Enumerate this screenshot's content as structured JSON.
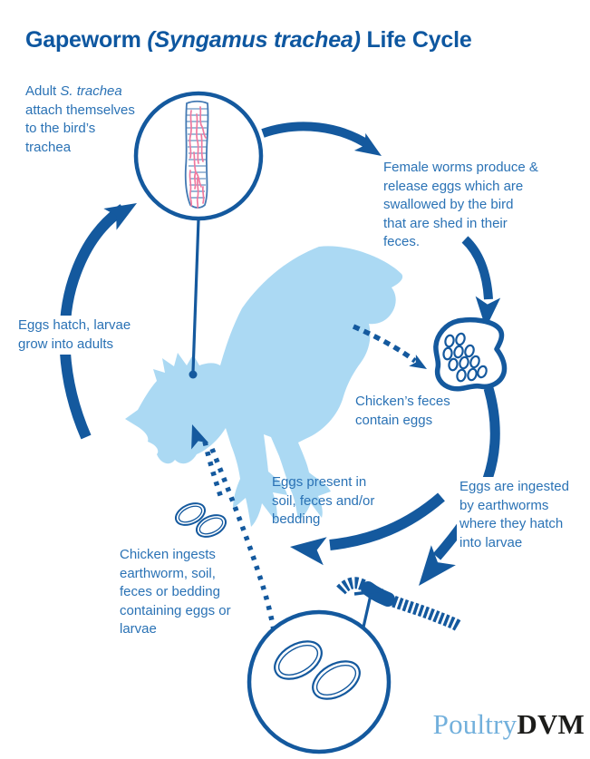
{
  "title": {
    "part1": "Gapeworm ",
    "part2": "(Syngamus trachea)",
    "part3": " Life Cycle"
  },
  "labels": {
    "adult_trachea": {
      "prefix": "Adult ",
      "italic": "S. trachea",
      "rest": " attach themselves to the bird’s trachea"
    },
    "female_worms": "Female worms produce & release eggs which are swallowed by the bird that are shed in their feces.",
    "eggs_hatch": "Eggs hatch, larvae grow into adults",
    "chickens_feces": "Chicken’s feces contain eggs",
    "eggs_present": "Eggs present in soil, feces and/or bedding",
    "eggs_ingested": "Eggs are ingested by earthworms where they hatch into larvae",
    "chicken_ingests": "Chicken ingests earthworm, soil, feces or bedding containing eggs or larvae"
  },
  "logo": {
    "part1": "Poultry",
    "part2": "DVM"
  },
  "illustrations": {
    "top_circle": "trachea-with-gapeworms-magnified",
    "center": "chicken-silhouette",
    "right": "feces-blob-with-eggs",
    "bottom_right": "earthworm",
    "bottom_circle": "gapeworm-eggs-magnified",
    "soil": "eggs-in-soil"
  },
  "colors": {
    "accent": "#14599e",
    "text_blue": "#2a72b5",
    "title_blue": "#0e57a0",
    "chicken": "#abd9f3",
    "worm_pink": "#f0799f",
    "tube_line": "#4379b3",
    "logo_blue": "#72b0dc",
    "logo_dark": "#1c1c1a"
  }
}
